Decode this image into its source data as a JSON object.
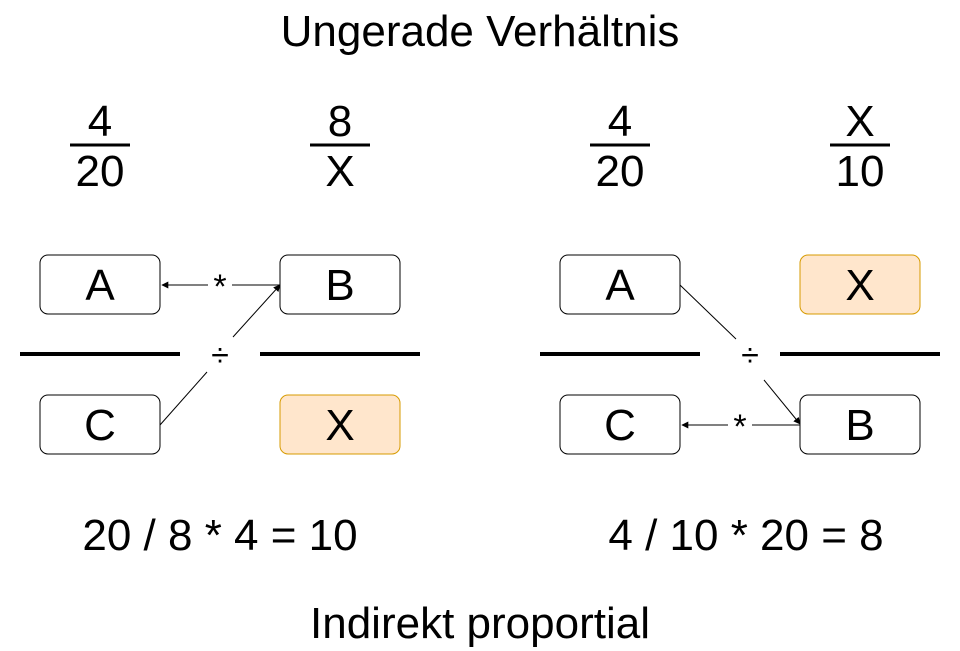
{
  "title": "Ungerade Verhältnis",
  "footer": "Indirekt proportial",
  "colors": {
    "highlight_fill": "#ffe6cc",
    "highlight_stroke": "#d79b00",
    "box_stroke": "#000000"
  },
  "left": {
    "fraction1": {
      "num": "4",
      "den": "20"
    },
    "fraction2": {
      "num": "8",
      "den": "X"
    },
    "box_top_left": "A",
    "box_top_right": "B",
    "box_bottom_left": "C",
    "box_bottom_right": "X",
    "multiply_symbol": "*",
    "divide_symbol": "÷",
    "formula": "20 / 8 * 4 = 10"
  },
  "right": {
    "fraction1": {
      "num": "4",
      "den": "20"
    },
    "fraction2": {
      "num": "X",
      "den": "10"
    },
    "box_top_left": "A",
    "box_top_right": "X",
    "box_bottom_left": "C",
    "box_bottom_right": "B",
    "multiply_symbol": "*",
    "divide_symbol": "÷",
    "formula": "4 / 10 * 20 = 8"
  }
}
